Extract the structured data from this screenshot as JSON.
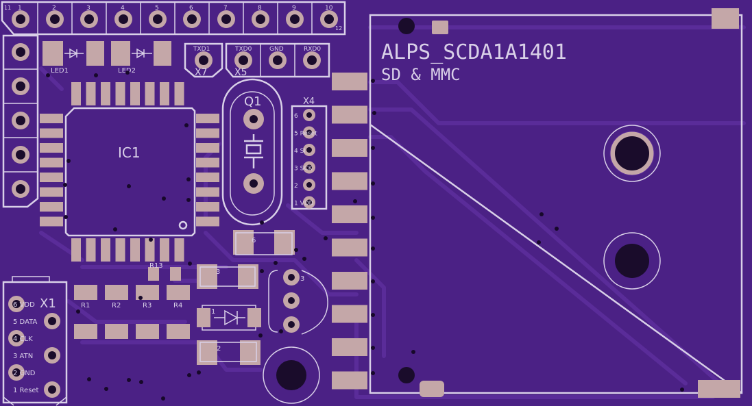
{
  "colors": {
    "board": "#4b2185",
    "copper_trace": "#5a2c99",
    "silkscreen": "#d9d0e8",
    "pad": "#c4a7a8",
    "hole": "#1a0c2b"
  },
  "header_top": {
    "pin_numbers": [
      "1",
      "2",
      "3",
      "4",
      "5",
      "6",
      "7",
      "8",
      "9",
      "10"
    ],
    "extra_marks": [
      "11",
      "12"
    ]
  },
  "led1": {
    "label": "LED1"
  },
  "led2": {
    "label": "LED2"
  },
  "x7": {
    "label": "X7",
    "pin": "TXD1"
  },
  "x5": {
    "label": "X5",
    "pins": [
      "TXD0",
      "GND",
      "RXD0"
    ]
  },
  "ic1": {
    "label": "IC1"
  },
  "q1": {
    "label": "Q1"
  },
  "x4": {
    "label": "X4",
    "pins": [
      "6",
      "5 Reset",
      "4 SI",
      "3 SCK",
      "2",
      "1 VDD"
    ]
  },
  "sd_socket": {
    "part": "ALPS_SCDA1A1401",
    "desc": "SD & MMC"
  },
  "resistors": {
    "top": [
      "R1",
      "R2",
      "R3",
      "R4"
    ],
    "r13": "R13"
  },
  "x1": {
    "label": "X1",
    "pins": [
      "6 VDD",
      "5 DATA",
      "4 CLK",
      "3 ATN",
      "2 GND",
      "1 Reset"
    ]
  },
  "caps": {
    "c3": "3",
    "c2": "2",
    "c6": "6",
    "d1": "1",
    "u3": "3"
  }
}
